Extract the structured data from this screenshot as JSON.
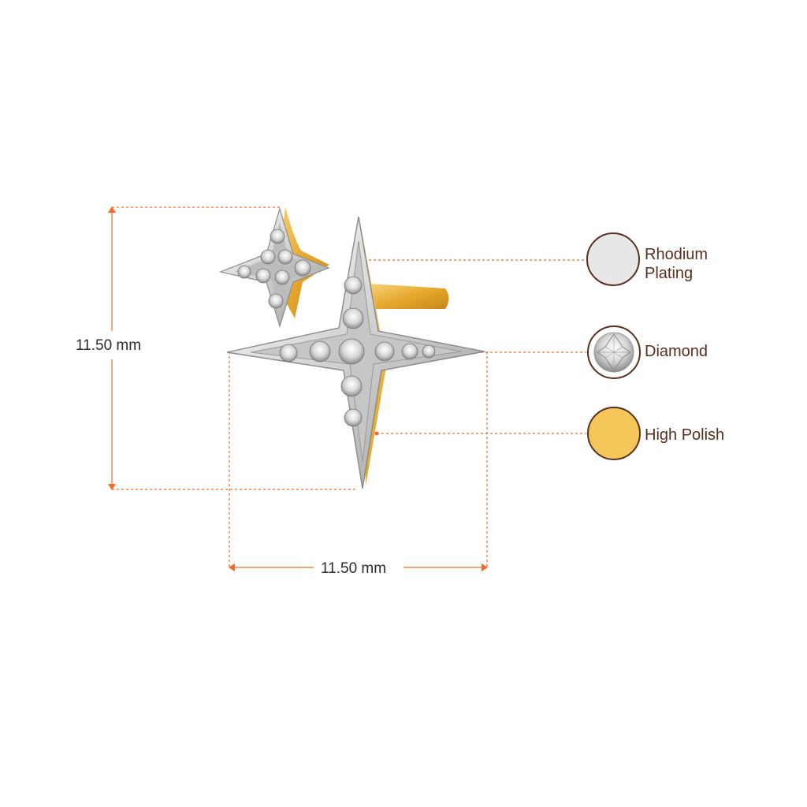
{
  "dimensions": {
    "height_label": "11.50 mm",
    "width_label": "11.50 mm"
  },
  "legend": {
    "rhodium_line1": "Rhodium",
    "rhodium_line2": "Plating",
    "diamond": "Diamond",
    "high_polish": "High Polish"
  },
  "colors": {
    "dimension_line": "#f06a2a",
    "legend_text": "#5a2e1e",
    "gold": "#f5c75a",
    "rhodium": "#e7e7e7",
    "swatch_border": "#5a2e1e"
  }
}
